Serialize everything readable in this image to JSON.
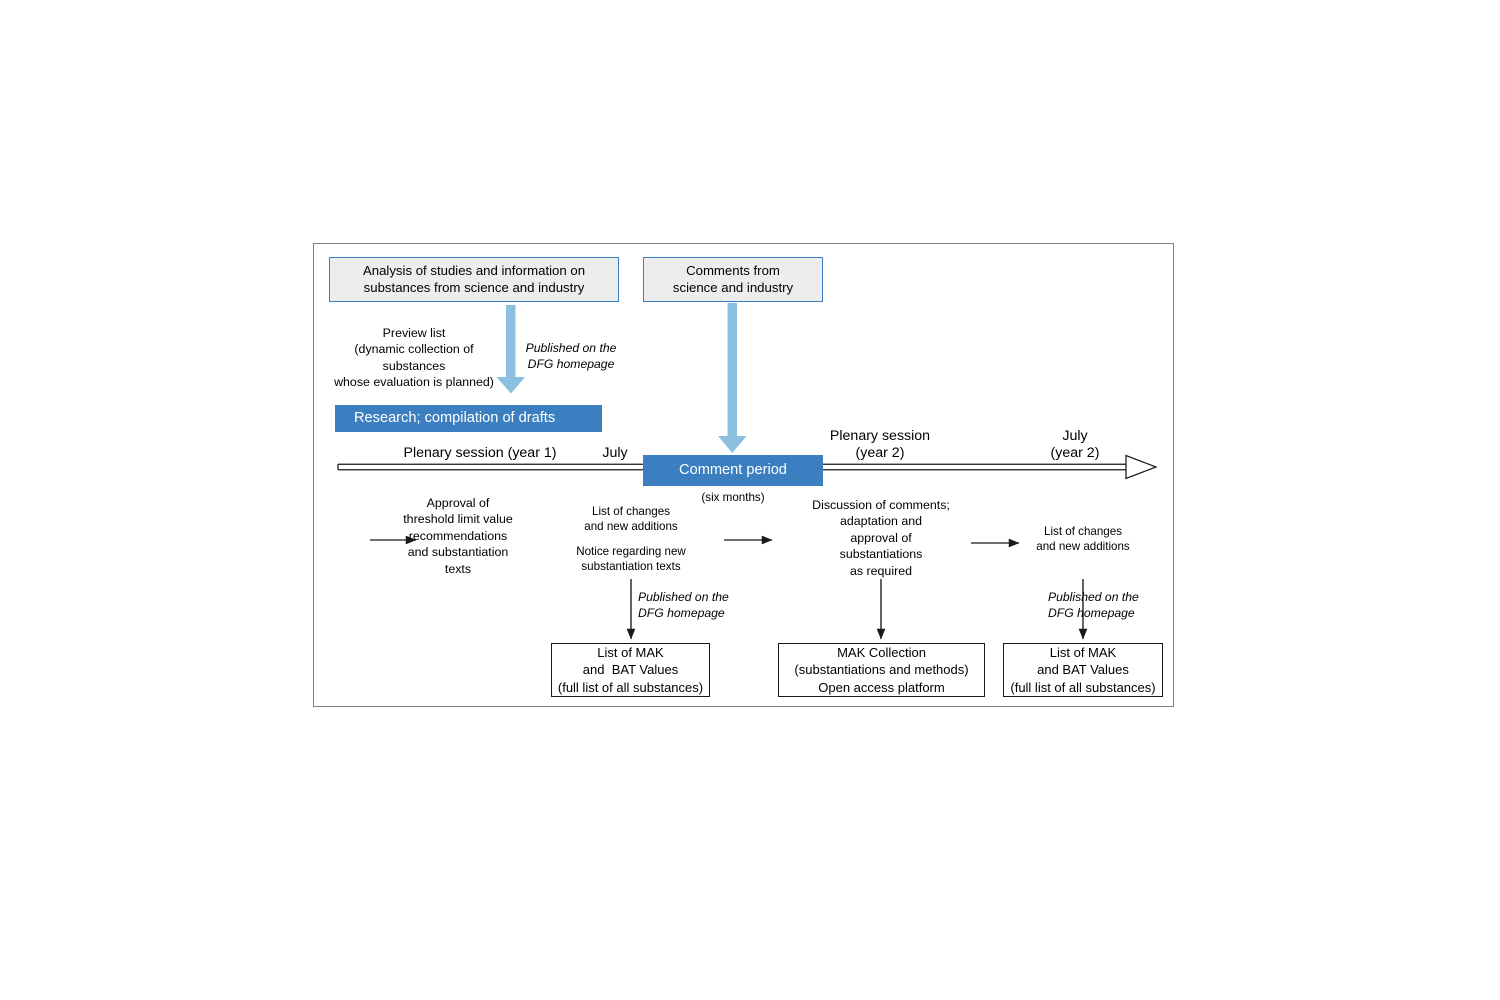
{
  "diagram": {
    "title": "MAK and BAT value evaluation workflow",
    "colors": {
      "accent_blue": "#3c7fc0",
      "light_blue_arrow": "#8cc0e0",
      "source_box_fill": "#ededed",
      "frame_border": "#7f7f7f",
      "line_black": "#1a1a1a"
    }
  },
  "sources": [
    {
      "id": "analysis",
      "line1": "Analysis of studies and information on",
      "line2": "substances from science and industry"
    },
    {
      "id": "comments",
      "line1": "Comments from",
      "line2": "science and industry"
    }
  ],
  "notes": {
    "preview_list": "Preview list\n(dynamic collection of substances\nwhose evaluation is planned)",
    "published_dfg_1": "Published on the\nDFG homepage",
    "published_dfg_2": "Published on the\nDFG homepage",
    "published_dfg_3": "Published on the\nDFG homepage",
    "six_months": "(six months)"
  },
  "bars": {
    "research": "Research; compilation of drafts",
    "comment_period": "Comment period"
  },
  "timeline": {
    "labels": [
      {
        "id": "plenary-year-1",
        "text": "Plenary session (year 1)"
      },
      {
        "id": "july-year-1",
        "text": "July"
      },
      {
        "id": "plenary-year-2",
        "text": "Plenary session\n(year 2)"
      },
      {
        "id": "july-year-2",
        "text": "July\n(year 2)"
      }
    ]
  },
  "steps": [
    {
      "id": "approval",
      "text": "Approval of\nthreshold limit value\nrecommendations\nand substantiation\ntexts"
    },
    {
      "id": "list-of-changes-1",
      "text": "List of changes\nand new additions"
    },
    {
      "id": "notice-substantiation",
      "text": "Notice regarding new\nsubstantiation texts"
    },
    {
      "id": "discussion",
      "text": "Discussion of comments;\nadaptation and\napproval of\nsubstantiations\nas required"
    },
    {
      "id": "list-of-changes-2",
      "text": "List of changes\nand new additions"
    }
  ],
  "outputs": [
    {
      "id": "list-mak-bat-1",
      "lines": [
        "List of MAK",
        "and  BAT Values",
        "(full list of all substances)"
      ]
    },
    {
      "id": "mak-collection",
      "lines": [
        "MAK Collection",
        "(substantiations and methods)",
        "Open access platform"
      ]
    },
    {
      "id": "list-mak-bat-2",
      "lines": [
        "List of MAK",
        "and BAT Values",
        "(full list of all substances)"
      ]
    }
  ],
  "icons": {
    "down_arrow_blue_1": "arrow-down-icon",
    "down_arrow_blue_2": "arrow-down-icon",
    "down_arrow_black_1": "arrow-down-icon",
    "down_arrow_black_2": "arrow-down-icon",
    "down_arrow_black_3": "arrow-down-icon",
    "right_arrow_1": "arrow-right-icon",
    "right_arrow_2": "arrow-right-icon",
    "right_arrow_3": "arrow-right-icon",
    "timeline_arrow": "timeline-arrow-icon"
  }
}
